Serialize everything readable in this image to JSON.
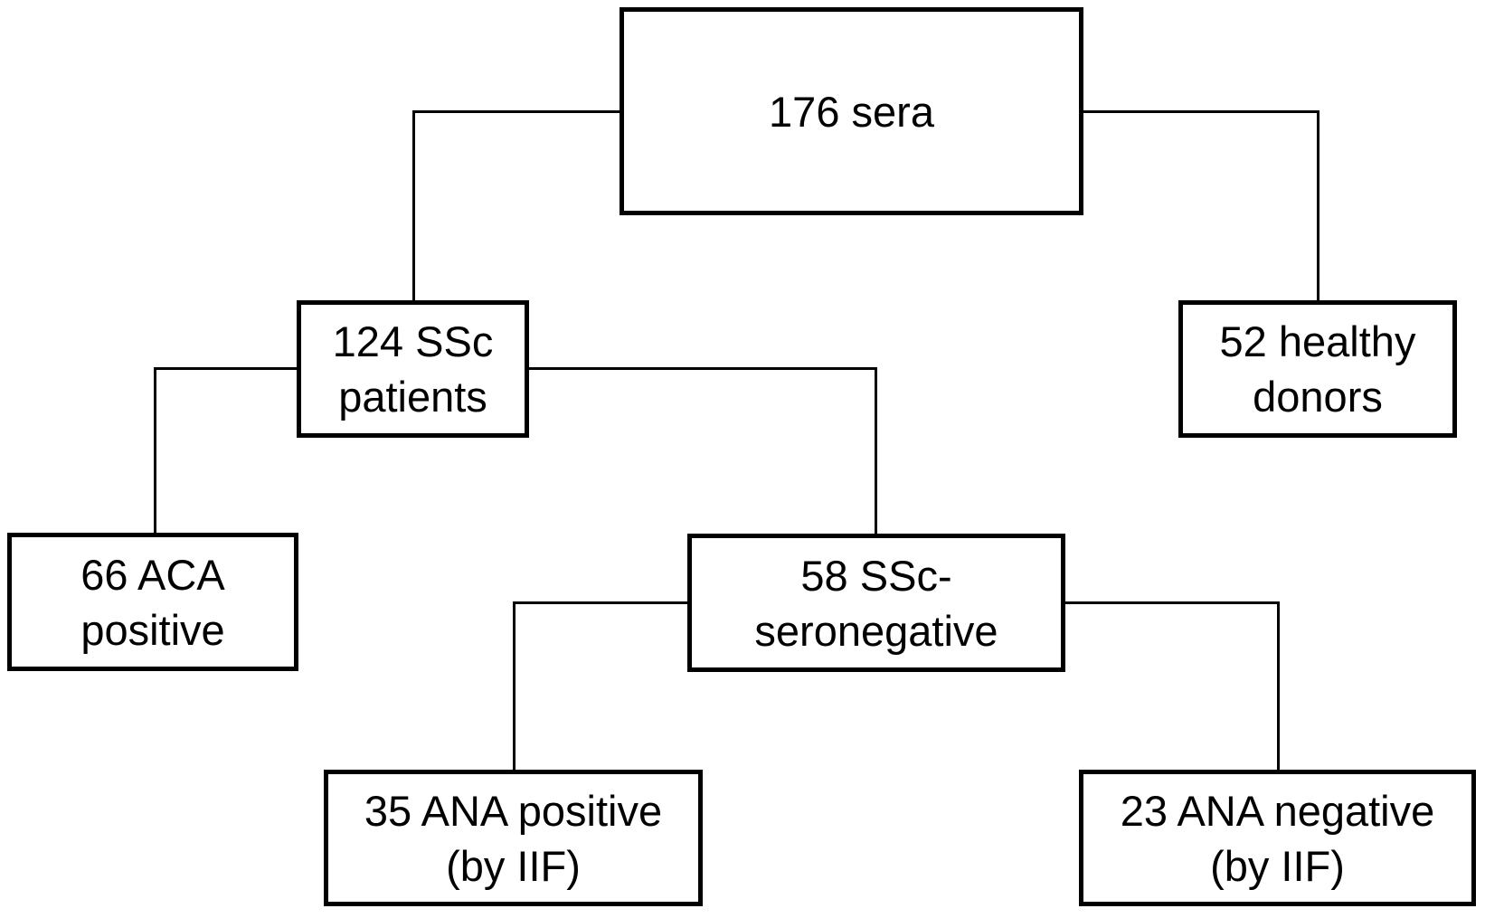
{
  "diagram": {
    "nodes": {
      "sera": {
        "lines": [
          "176 sera",
          ""
        ]
      },
      "ssc": {
        "lines": [
          "124 SSc",
          "patients"
        ]
      },
      "healthy": {
        "lines": [
          "52 healthy",
          "donors"
        ]
      },
      "aca": {
        "lines": [
          "66 ACA",
          "positive"
        ]
      },
      "sero": {
        "lines": [
          "58 SSc-",
          "seronegative"
        ]
      },
      "ana_pos": {
        "lines": [
          "35 ANA positive",
          "(by IIF)"
        ]
      },
      "ana_neg": {
        "lines": [
          "23 ANA negative",
          "(by IIF)"
        ]
      }
    },
    "edges": [
      {
        "from": "176 sera",
        "to": "124 SSc patients"
      },
      {
        "from": "176 sera",
        "to": "52 healthy donors"
      },
      {
        "from": "124 SSc patients",
        "to": "66 ACA positive"
      },
      {
        "from": "124 SSc patients",
        "to": "58 SSc-seronegative"
      },
      {
        "from": "58 SSc-seronegative",
        "to": "35 ANA positive (by IIF)"
      },
      {
        "from": "58 SSc-seronegative",
        "to": "23 ANA negative (by IIF)"
      }
    ],
    "colors": {
      "border": "#000000",
      "text": "#000000",
      "background": "#ffffff"
    }
  }
}
